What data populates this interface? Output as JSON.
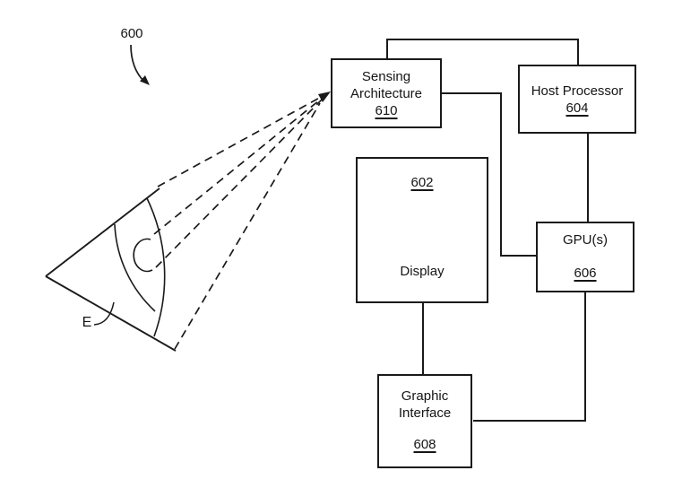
{
  "figure": {
    "number_label": "600",
    "eye_label": "E",
    "colors": {
      "line": "#1a1a1a",
      "background": "#ffffff",
      "text": "#151515"
    }
  },
  "boxes": {
    "sensing": {
      "line1": "Sensing",
      "line2": "Architecture",
      "ref": "610"
    },
    "host": {
      "line1": "Host Processor",
      "ref": "604"
    },
    "display": {
      "label": "Display",
      "ref": "602"
    },
    "gpu": {
      "label": "GPU(s)",
      "ref": "606"
    },
    "graphic": {
      "line1": "Graphic",
      "line2": "Interface",
      "ref": "608"
    }
  }
}
